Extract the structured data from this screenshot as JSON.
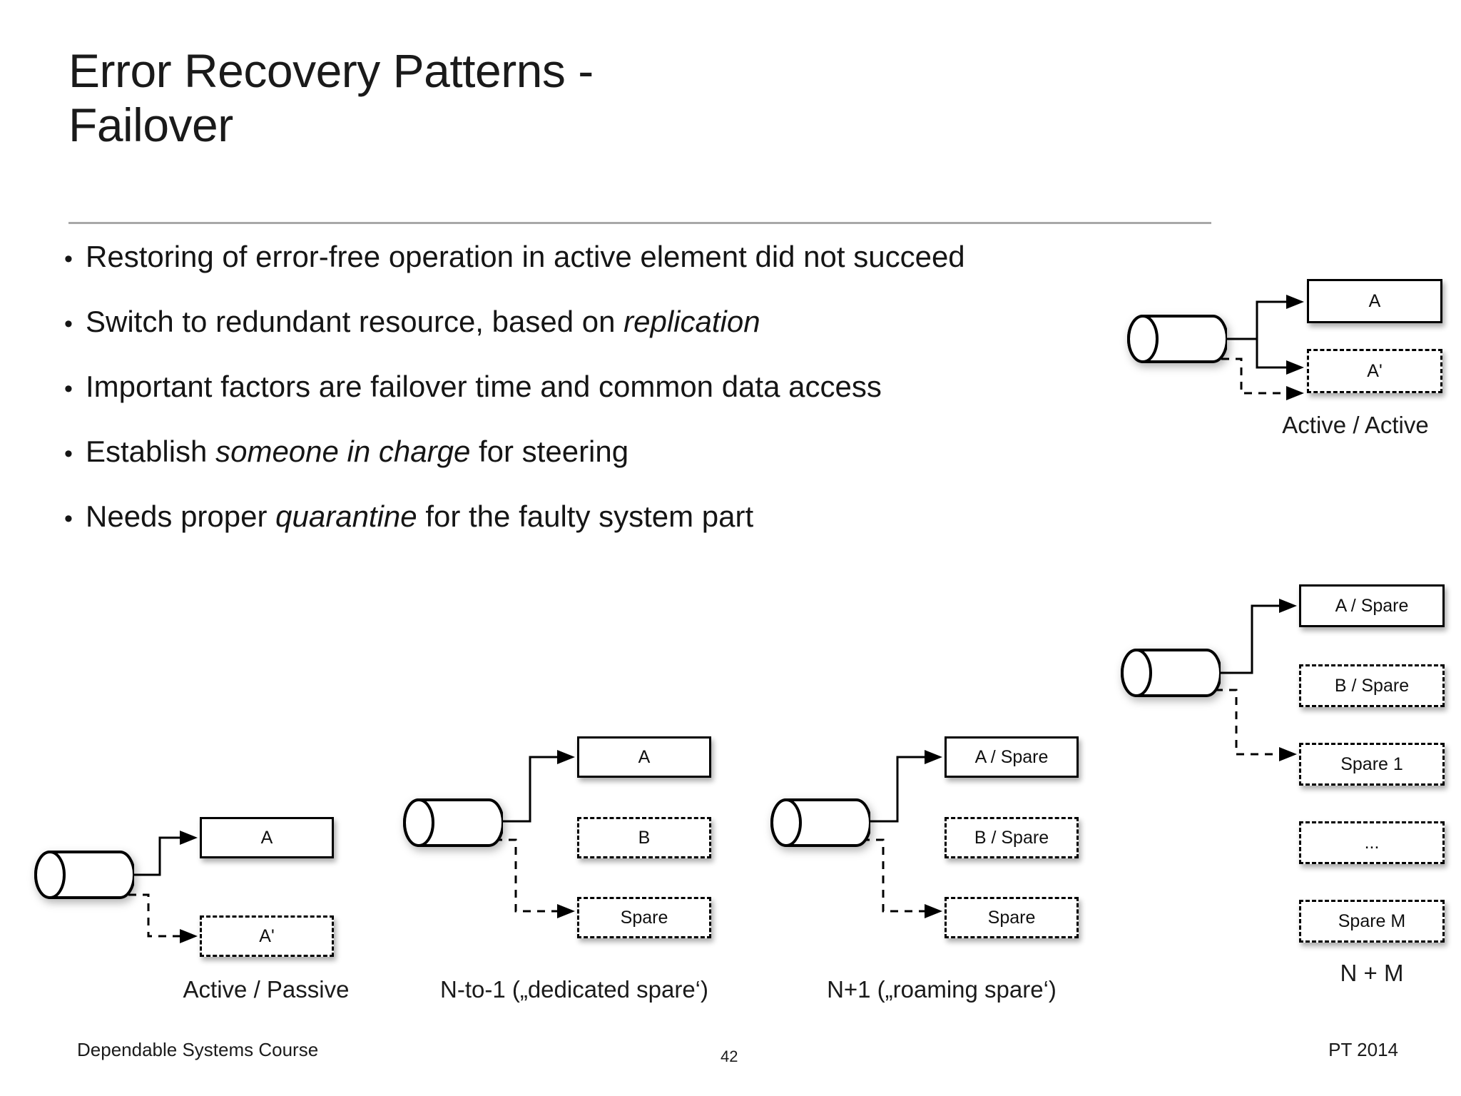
{
  "slide": {
    "title": "Error Recovery Patterns -\nFailover",
    "divider_color": "#a8a8a8"
  },
  "bullets": [
    {
      "marker": "•",
      "parts": [
        {
          "text": "Restoring of error-free operation in active element did not succeed",
          "italic": false
        }
      ]
    },
    {
      "marker": "•",
      "parts": [
        {
          "text": "Switch to redundant resource, based on ",
          "italic": false
        },
        {
          "text": "replication",
          "italic": true
        }
      ]
    },
    {
      "marker": "•",
      "parts": [
        {
          "text": "Important factors are failover time and common data access",
          "italic": false
        }
      ]
    },
    {
      "marker": "•",
      "parts": [
        {
          "text": "Establish ",
          "italic": false
        },
        {
          "text": "someone in charge",
          "italic": true
        },
        {
          "text": " for steering",
          "italic": false
        }
      ]
    },
    {
      "marker": "•",
      "parts": [
        {
          "text": "Needs proper ",
          "italic": false
        },
        {
          "text": "quarantine",
          "italic": true
        },
        {
          "text": " for the faulty system part",
          "italic": false
        }
      ]
    }
  ],
  "diagrams": [
    {
      "id": "active-active",
      "caption": "Active / Active",
      "source_icon": "database-cylinder-icon",
      "nodes": [
        {
          "label": "A",
          "style": "solid"
        },
        {
          "label": "A'",
          "style": "dashed"
        }
      ],
      "links": [
        {
          "style": "solid",
          "to": "A"
        },
        {
          "style": "solid",
          "to": "A'"
        },
        {
          "style": "dashed",
          "to": "A'"
        }
      ]
    },
    {
      "id": "active-passive",
      "caption": "Active / Passive",
      "source_icon": "database-cylinder-icon",
      "nodes": [
        {
          "label": "A",
          "style": "solid"
        },
        {
          "label": "A'",
          "style": "dashed"
        }
      ],
      "links": [
        {
          "style": "solid",
          "to": "A"
        },
        {
          "style": "dashed",
          "to": "A'"
        }
      ]
    },
    {
      "id": "n-to-1",
      "caption": "N-to-1 („dedicated spare‘)",
      "source_icon": "database-cylinder-icon",
      "nodes": [
        {
          "label": "A",
          "style": "solid"
        },
        {
          "label": "B",
          "style": "dashed"
        },
        {
          "label": "Spare",
          "style": "dashed"
        }
      ],
      "links": [
        {
          "style": "solid",
          "to": "A"
        },
        {
          "style": "dashed",
          "to": "Spare"
        }
      ]
    },
    {
      "id": "n-plus-1",
      "caption": "N+1 („roaming spare‘)",
      "source_icon": "database-cylinder-icon",
      "nodes": [
        {
          "label": "A / Spare",
          "style": "solid"
        },
        {
          "label": "B / Spare",
          "style": "dashed"
        },
        {
          "label": "Spare",
          "style": "dashed"
        }
      ],
      "links": [
        {
          "style": "solid",
          "to": "A / Spare"
        },
        {
          "style": "dashed",
          "to": "Spare"
        }
      ]
    },
    {
      "id": "n-plus-m",
      "caption": "N + M",
      "source_icon": "database-cylinder-icon",
      "nodes": [
        {
          "label": "A / Spare",
          "style": "solid"
        },
        {
          "label": "B / Spare",
          "style": "dashed"
        },
        {
          "label": "Spare 1",
          "style": "dashed"
        },
        {
          "label": "...",
          "style": "dashed"
        },
        {
          "label": "Spare M",
          "style": "dashed"
        }
      ],
      "links": [
        {
          "style": "solid",
          "to": "A / Spare"
        },
        {
          "style": "dashed",
          "to": "Spare 1"
        }
      ]
    }
  ],
  "footer": {
    "left": "Dependable Systems Course",
    "page": "42",
    "right": "PT 2014"
  }
}
